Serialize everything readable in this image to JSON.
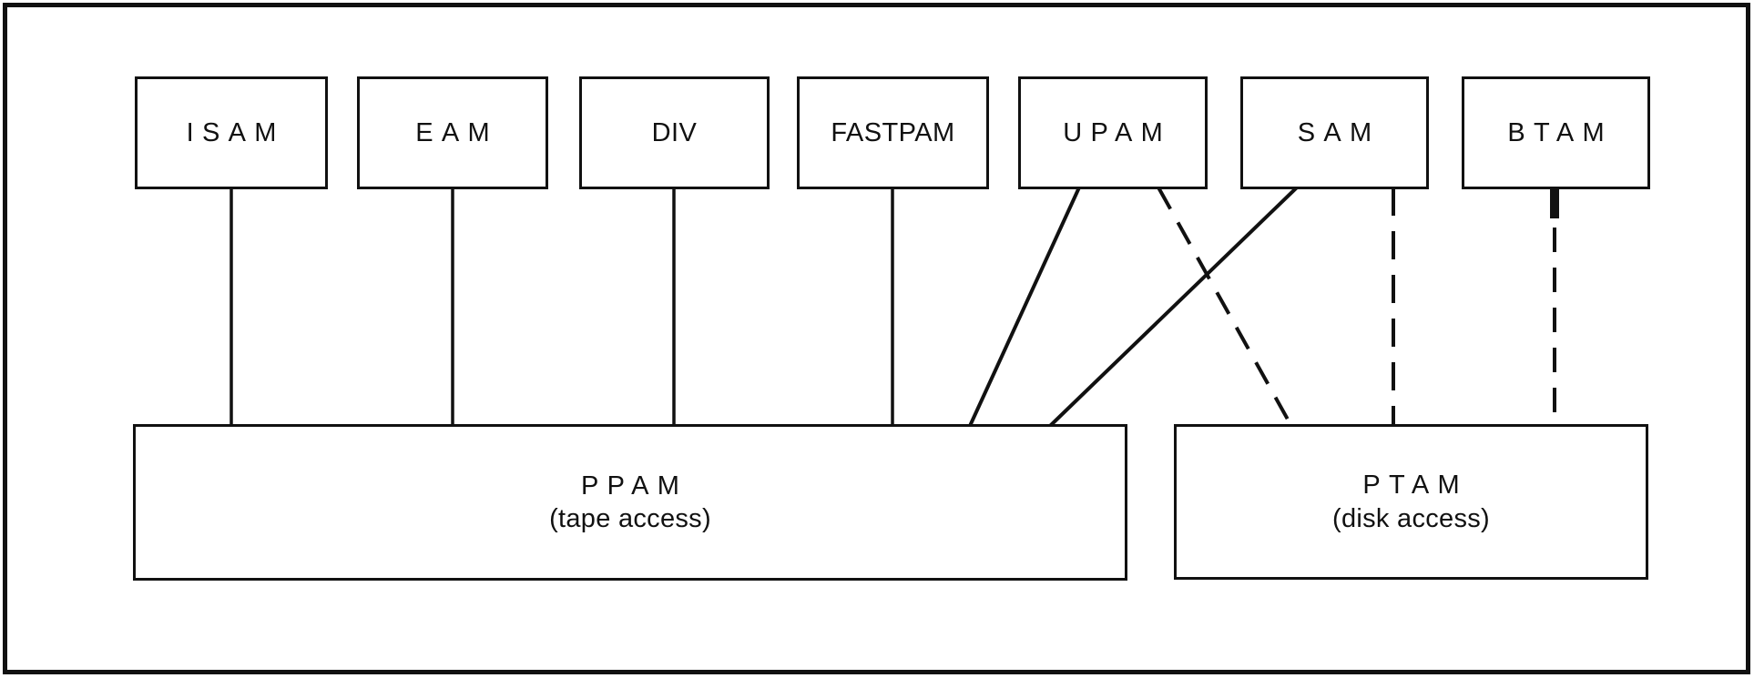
{
  "diagram": {
    "nodes": {
      "isam": {
        "label": "ISAM"
      },
      "eam": {
        "label": "EAM"
      },
      "div": {
        "label": "DIV"
      },
      "fastpam": {
        "label": "FASTPAM"
      },
      "upam": {
        "label": "UPAM"
      },
      "sam": {
        "label": "SAM"
      },
      "btam": {
        "label": "BTAM"
      },
      "ppam": {
        "label": "PPAM",
        "sublabel": "(tape access)"
      },
      "ptam": {
        "label": "PTAM",
        "sublabel": "(disk access)"
      }
    },
    "connections": [
      {
        "from": "ISAM",
        "to": "PPAM",
        "style": "solid"
      },
      {
        "from": "EAM",
        "to": "PPAM",
        "style": "solid"
      },
      {
        "from": "DIV",
        "to": "PPAM",
        "style": "solid"
      },
      {
        "from": "FASTPAM",
        "to": "PPAM",
        "style": "solid"
      },
      {
        "from": "UPAM",
        "to": "PPAM",
        "style": "solid"
      },
      {
        "from": "SAM",
        "to": "PPAM",
        "style": "solid"
      },
      {
        "from": "UPAM",
        "to": "PTAM",
        "style": "dashed"
      },
      {
        "from": "SAM",
        "to": "PTAM",
        "style": "dashed"
      },
      {
        "from": "BTAM",
        "to": "PTAM",
        "style": "dashed"
      }
    ],
    "colors": {
      "line": "#111111",
      "text": "#111111",
      "background": "#ffffff"
    }
  }
}
